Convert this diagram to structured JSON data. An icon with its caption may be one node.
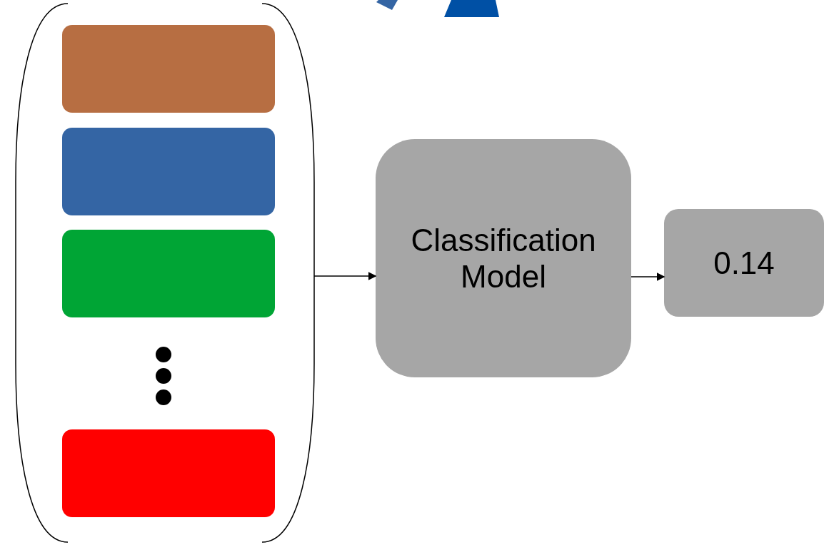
{
  "diagram": {
    "nodes": [
      {
        "text": [],
        "shape": "bracket"
      },
      {
        "text": [],
        "shape": "box",
        "in": 0
      },
      {
        "text": [],
        "shape": "box",
        "in": 0
      },
      {
        "text": [],
        "shape": "box",
        "in": 0
      },
      {
        "text": [],
        "shape": "box",
        "in": 0
      },
      {
        "text": [
          "Classification Model"
        ]
      },
      {
        "text": [
          "0.14"
        ]
      }
    ],
    "edges": [
      {
        "from": 0,
        "to": 5,
        "arrow": "to"
      },
      {
        "from": 5,
        "to": 6,
        "arrow": "to"
      }
    ]
  }
}
